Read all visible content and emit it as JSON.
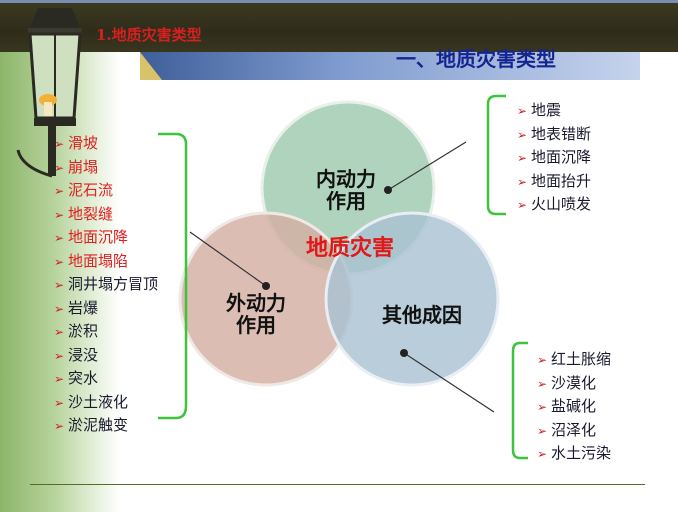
{
  "header": {
    "section_label": "1.地质灾害类型",
    "title": "一、地质灾害类型"
  },
  "diagram": {
    "center_label": "地质灾害",
    "circles": [
      {
        "label_line1": "内动力",
        "label_line2": "作用",
        "color": "#9fc9b0"
      },
      {
        "label_line1": "外动力",
        "label_line2": "作用",
        "color": "#d3aea2"
      },
      {
        "label_line1": "其他成因",
        "label_line2": "",
        "color": "#a9c2d3"
      }
    ]
  },
  "lists": {
    "left": [
      {
        "text": "滑坡",
        "color": "red"
      },
      {
        "text": "崩塌",
        "color": "red"
      },
      {
        "text": "泥石流",
        "color": "red"
      },
      {
        "text": "地裂缝",
        "color": "red"
      },
      {
        "text": "地面沉降",
        "color": "red"
      },
      {
        "text": "地面塌陷",
        "color": "red"
      },
      {
        "text": "洞井塌方冒顶",
        "color": "dark"
      },
      {
        "text": "岩爆",
        "color": "dark"
      },
      {
        "text": "淤积",
        "color": "dark"
      },
      {
        "text": "浸没",
        "color": "dark"
      },
      {
        "text": "突水",
        "color": "dark"
      },
      {
        "text": "沙土液化",
        "color": "dark"
      },
      {
        "text": "淤泥触变",
        "color": "dark"
      }
    ],
    "top_right": [
      "地震",
      "地表错断",
      "地面沉降",
      "地面抬升",
      "火山喷发"
    ],
    "bottom_right": [
      "红土胀缩",
      "沙漠化",
      "盐碱化",
      "沼泽化",
      "水土污染"
    ]
  },
  "colors": {
    "accent_red": "#e02020",
    "title_blue": "#15258f",
    "bracket_green": "#3cc43c"
  }
}
